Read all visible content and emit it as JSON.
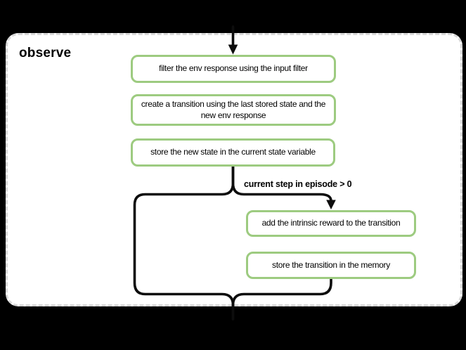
{
  "canvas": {
    "background": "#000000"
  },
  "group": {
    "label": "observe",
    "background": "#ffffff",
    "border_color": "#d8d8d8"
  },
  "nodes": [
    {
      "id": "filter-env-response",
      "label": "filter the env response using the input filter"
    },
    {
      "id": "create-transition",
      "label": "create a transition using the last stored state and the new env response"
    },
    {
      "id": "store-new-state",
      "label": "store the new state in the current state variable"
    },
    {
      "id": "add-intrinsic-reward",
      "label": "add the intrinsic reward to the transition"
    },
    {
      "id": "store-transition-memory",
      "label": "store the transition in the memory"
    }
  ],
  "condition": {
    "label": "current step in episode > 0"
  },
  "colors": {
    "node_border": "#9dcb80",
    "connector": "#0d0d0d",
    "text": "#000000"
  }
}
